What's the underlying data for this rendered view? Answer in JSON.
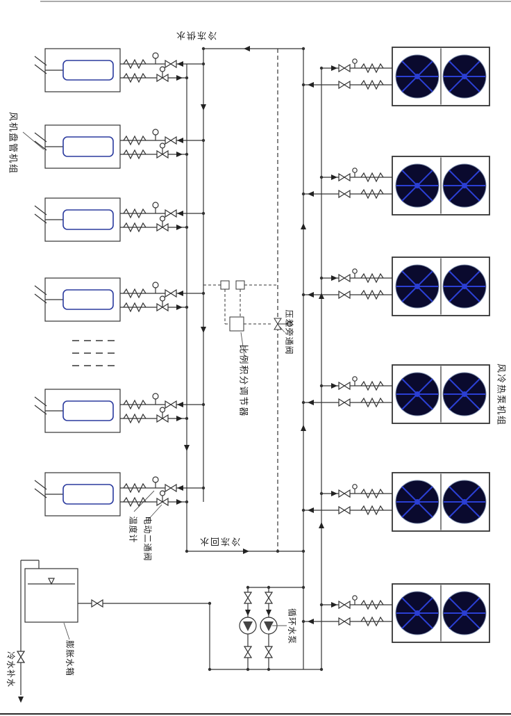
{
  "diagram": {
    "type": "hvac-chilled-water-schematic",
    "labels": {
      "supply_water": "冷冻供水",
      "return_water": "冷冻回水",
      "fan_coil_group": "风机盘管机组",
      "heat_pump_group": "风冷热泵机组",
      "pi_controller": "比例积分调节器",
      "bypass_valve": "压差旁通阀",
      "thermometer": "温度计",
      "motorized_two_way_valve": "电动二通阀",
      "circulation_pump": "循环水泵",
      "expansion_tank": "膨胀水箱",
      "makeup_water": "冷水补水"
    },
    "counts": {
      "fan_coil_units": 6,
      "heat_pump_units": 6,
      "circulation_pumps": 2
    },
    "icons": [
      "valve-icon",
      "motor-valve-icon",
      "thermometer-icon",
      "gauge-icon",
      "flexible-connector-icon",
      "flow-arrow",
      "pump-icon",
      "controller-box",
      "water-level-mark"
    ],
    "colors": {
      "line": "#333333",
      "fan_fill": "#0a0a2e",
      "fan_cross": "#2b3fd4",
      "coil_outline": "#2a3a9e",
      "background": "#ffffff"
    }
  }
}
